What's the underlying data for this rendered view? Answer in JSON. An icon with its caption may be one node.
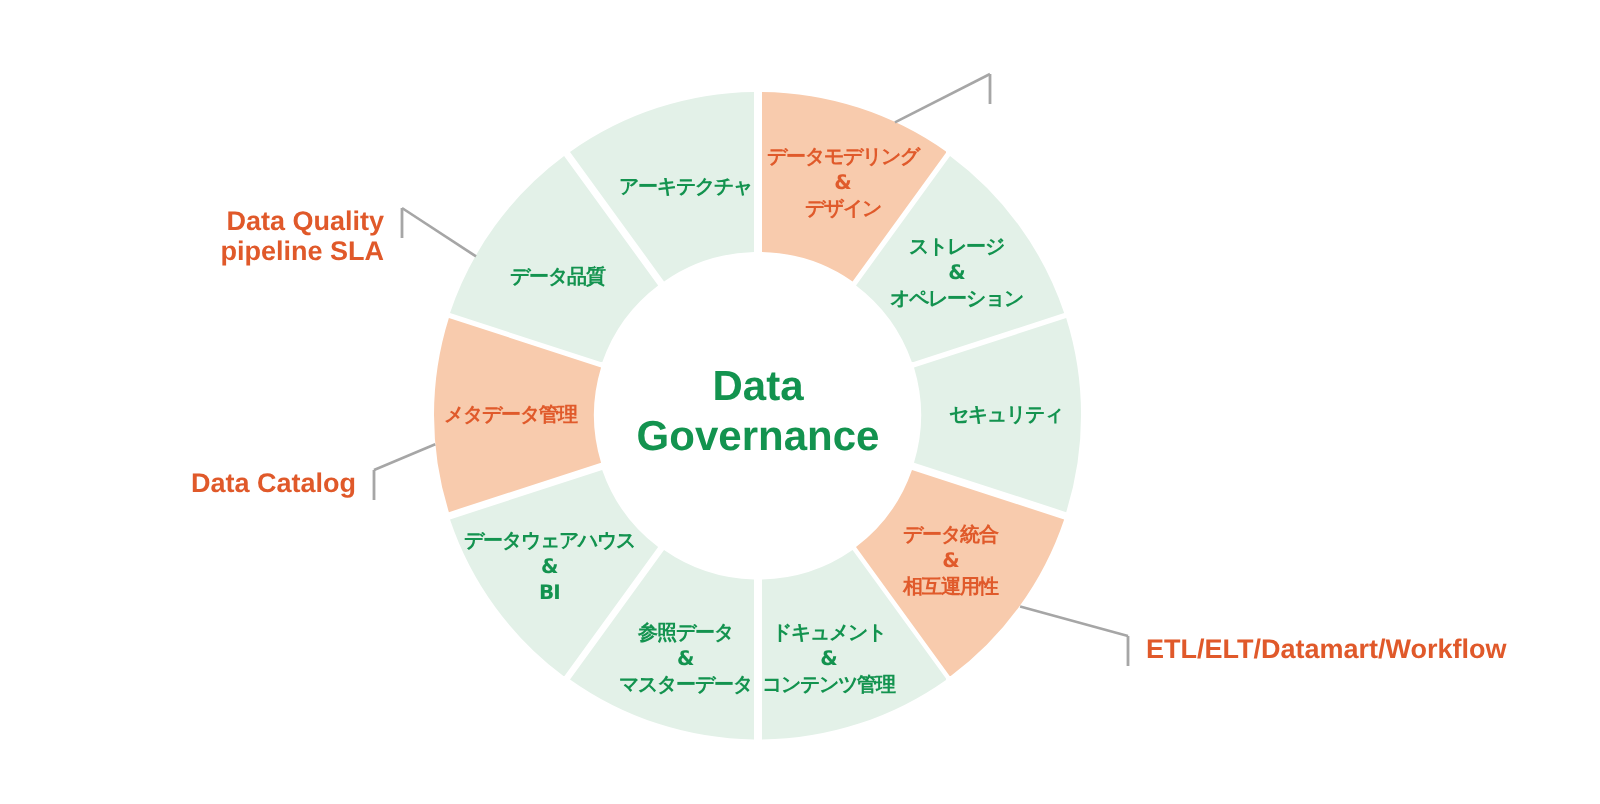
{
  "diagram": {
    "nodes": [
      {
        "text": [
          "データモデリング & デザイン"
        ]
      },
      {
        "text": [
          "ストレージ & オペレーション"
        ]
      },
      {
        "text": [
          "セキュリティ"
        ]
      },
      {
        "text": [
          "データ統合 & 相互運用性"
        ]
      },
      {
        "text": [
          "ドキュメント & コンテンツ管理"
        ]
      },
      {
        "text": [
          "参照データ & マスターデータ"
        ]
      },
      {
        "text": [
          "データウェアハウス & BI"
        ]
      },
      {
        "text": [
          "メタデータ管理"
        ]
      },
      {
        "text": [
          "データ品質"
        ]
      },
      {
        "text": [
          "アーキテクチャ"
        ]
      },
      {
        "text": [
          "Data Quality pipeline SLA"
        ]
      },
      {
        "text": [
          "Data Catalog"
        ]
      },
      {
        "text": [
          "ETL/ELT/Datamart/Workflow"
        ]
      }
    ],
    "edges": [
      {
        "from": null,
        "to": 0,
        "arrow": "other"
      },
      {
        "from": 10,
        "to": 8,
        "arrow": "other"
      },
      {
        "from": 11,
        "to": 7,
        "arrow": "other"
      },
      {
        "from": 12,
        "to": 3,
        "arrow": "other"
      }
    ],
    "labels": [
      "Data Governance"
    ]
  }
}
